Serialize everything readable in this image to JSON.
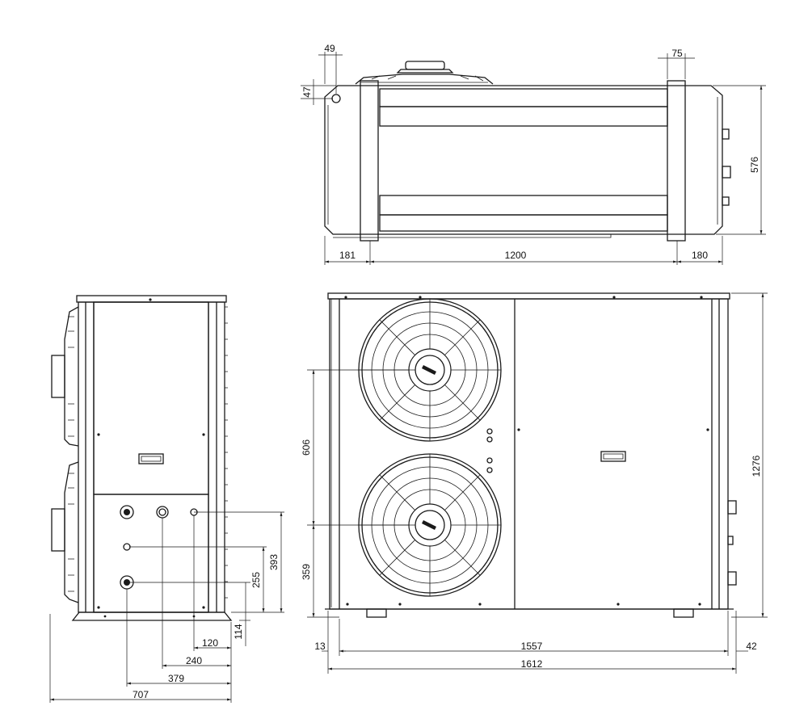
{
  "dimensions": {
    "top_width_181": "181",
    "top_width_1200": "1200",
    "top_width_180": "180",
    "top_depth_576": "576",
    "top_49": "49",
    "top_47": "47",
    "top_75": "75",
    "front_height_1276": "1276",
    "front_fan_spacing_606": "606",
    "front_fan_base_359": "359",
    "front_13": "13",
    "front_1557": "1557",
    "front_42": "42",
    "front_total_1612": "1612",
    "side_393": "393",
    "side_255": "255",
    "side_114": "114",
    "side_120": "120",
    "side_240": "240",
    "side_379": "379",
    "side_depth_707": "707"
  }
}
